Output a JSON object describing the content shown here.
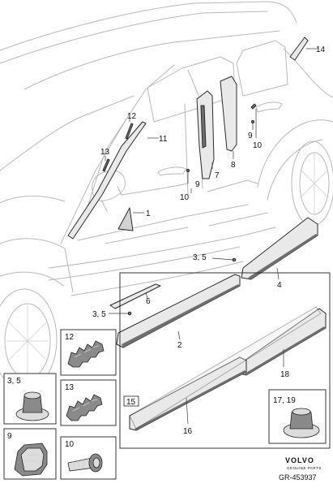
{
  "diagram": {
    "callouts": {
      "c1": "1",
      "c2": "2",
      "c3_5_upper": "3, 5",
      "c3_5_lower": "3, 5",
      "c4": "4",
      "c6": "6",
      "c7": "7",
      "c8": "8",
      "c9_left": "9",
      "c9_right": "9",
      "c10_left": "10",
      "c10_right": "10",
      "c11": "11",
      "c12": "12",
      "c13": "13",
      "c14": "14",
      "c16": "16",
      "c18": "18"
    },
    "insets": {
      "i12": "12",
      "i13": "13",
      "i3_5": "3, 5",
      "i9": "9",
      "i10": "10",
      "i15": "15",
      "i17_19": "17, 19"
    },
    "logo": {
      "brand": "VOLVO",
      "tagline": "GENUINE PARTS"
    },
    "reference": "GR-453937"
  }
}
